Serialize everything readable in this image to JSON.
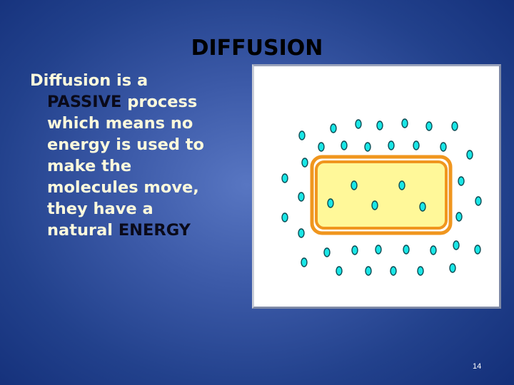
{
  "slide": {
    "title": "DIFFUSION",
    "body": {
      "line1": "Diffusion is a",
      "line2_emph": "PASSIVE",
      "line2_rest": " process",
      "line3": "which means no",
      "line4": "energy is used to",
      "line5": "make the",
      "line6": "molecules move,",
      "line7": "they have a",
      "line8_pre": "natural ",
      "line8_emph": "ENERGY"
    },
    "page_number": "14",
    "figure": {
      "description": "cell-membrane-diffusion-diagram",
      "colors": {
        "cell_fill": "#fff899",
        "cell_border": "#f0961e",
        "molecule_fill": "#19e6e6",
        "molecule_stroke": "#0b4a52",
        "background": "#ffffff"
      }
    }
  }
}
